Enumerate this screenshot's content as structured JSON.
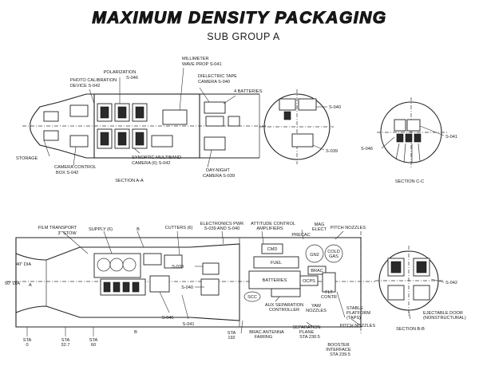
{
  "title": "MAXIMUM DENSITY PACKAGING",
  "subtitle": "SUB GROUP A",
  "section_a": {
    "caption": "SECTION A-A",
    "labels": {
      "polarization": "POLARIZATION",
      "polarization_id": "S-046",
      "photo_cal_1": "PHOTO CALIBRATION",
      "photo_cal_2": "DEVICE  S-042",
      "millimeter_1": "MILLIMETER",
      "millimeter_2": "WAVE PROP  S-041",
      "dielectric_1": "DIELECTRIC TAPE",
      "dielectric_2": "CAMERA  S-040",
      "batteries": "4 BATTERIES",
      "storage": "STORAGE",
      "camera_control_1": "CAMERA CONTROL",
      "camera_control_2": "BOX  S-042",
      "synoptic_1": "SYNOPTIC MULTIBAND",
      "synoptic_2": "CAMERA (6)  S-042",
      "day_night_1": "DAY-NIGHT",
      "day_night_2": "CAMERA  S-039"
    }
  },
  "section_cc": {
    "caption": "SECTION C-C",
    "s040": "S-040",
    "s039": "S-039",
    "s046": "S-046",
    "s041": "S-041"
  },
  "section_b": {
    "caption": "SECTION B-B",
    "s042": "S-042",
    "ejectable_1": "EJECTABLE DOOR",
    "ejectable_2": "(NONSTRUCTURAL)"
  },
  "lower": {
    "film_transport_1": "FILM TRANSPORT",
    "film_transport_2": "3\" STOW",
    "supply": "SUPPLY (6)",
    "b_upper": "B",
    "cutters": "CUTTERS (6)",
    "electronics_1": "ELECTRONICS PWR",
    "electronics_2": "S-039 AND S-040",
    "attitude_1": "ATTITUDE CONTROL",
    "attitude_2": "AMPLIFIERS",
    "mag_1": "MAG",
    "mag_2": "ELECT",
    "pitch_nozzles_top": "PITCH NOZZLES",
    "precac": "PRECAC",
    "dia40": "40\" DIA",
    "dia50": "50\" DIA",
    "a_marker": "A",
    "s039": "S-039",
    "s040": "S-040",
    "s046": "S-046",
    "s041": "S-041",
    "cmd": "CMD",
    "fuel": "FUEL",
    "gn2": "GN2",
    "cold_gas_1": "COLD",
    "cold_gas_2": "GAS",
    "brac": "BRAC",
    "ocps": "OCPS",
    "batteries": "BATTERIES",
    "scc": "SCC",
    "flt_contr_1": "FLT",
    "flt_contr_2": "CONTR",
    "yaw_nozzles_1": "YAW",
    "yaw_nozzles_2": "NOZZLES",
    "stable_1": "STABLE",
    "stable_2": "PLATFORM",
    "stable_3": "(TAPS)",
    "aux_sep_1": "AUX SEPARATION",
    "aux_sep_2": "CONTROLLER",
    "brac_antenna_1": "BRAC ANTENNA",
    "brac_antenna_2": "FAIRING",
    "sep_plane_1": "SEPARATION",
    "sep_plane_2": "PLANE",
    "sep_plane_3": "STA 230.5",
    "pitch_nozzles_bottom": "PITCH NOZZLES",
    "booster_1": "BOOSTER",
    "booster_2": "INTERFACE",
    "booster_3": "STA 239.5",
    "b_lower": "B",
    "sta0_1": "STA",
    "sta0_2": "0",
    "sta327_1": "STA",
    "sta327_2": "32.7",
    "sta60_1": "STA",
    "sta60_2": "60",
    "sta192_1": "STA",
    "sta192_2": "192"
  }
}
